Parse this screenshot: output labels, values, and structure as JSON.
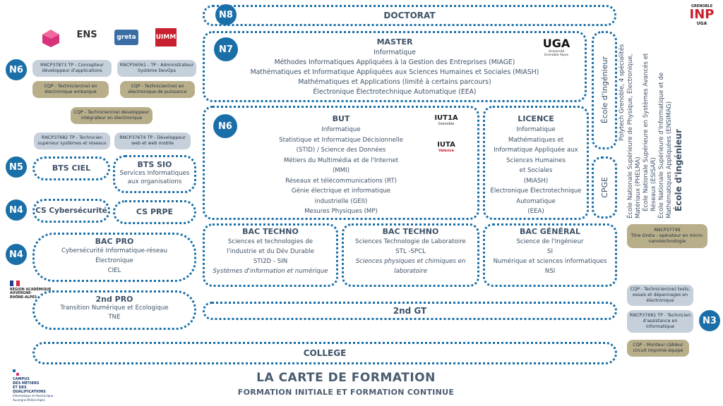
{
  "levels": {
    "n8": "N8",
    "n7": "N7",
    "n6": "N6",
    "n5": "N5",
    "n4": "N4",
    "n3": "N3"
  },
  "doctorat": "DOCTORAT",
  "master": {
    "title": "MASTER",
    "lines": [
      "Informatique",
      "Méthodes Informatiques Appliquées à la Gestion des Entreprises (MIAGE)",
      "Mathématiques et Informatique Appliquées aux Sciences Humaines et Sociales (MIASH)",
      "Mathématiques et Applications (limité à certains parcours)",
      "Électronique Électrotechnique Automatique (EEA)"
    ],
    "logo": "UGA",
    "logo_sub": "Université Grenoble Alpes"
  },
  "but": {
    "title": "BUT",
    "lines": [
      "Informatique",
      "Statistique et Informatique Décisionnelle",
      "(STID) / Science des Données",
      "Métiers du Multimédia et de l'Internet",
      "(MMI)",
      "Réseaux et télécommunications (RT)",
      "Génie électrique et informatique",
      "industrielle (GEII)",
      "Mesures Physiques (MP)"
    ],
    "logo1": "IUT1A",
    "logo1_sub": "Grenoble",
    "logo2": "IUTA",
    "logo2_sub": "Valence"
  },
  "licence": {
    "title": "LICENCE",
    "lines": [
      "Informatique",
      "Mathématiques et",
      "Informatique Appliquée aux",
      "Sciences Humaines",
      "et Sociales",
      "(MIASH)",
      "Électronique Électrotechnique",
      "Automatique",
      "(EEA)"
    ]
  },
  "ecole_ingenieur_label": "École d'ingénieur",
  "cpge": "CPGE",
  "inp": {
    "title": "École d'ingénieur",
    "lines": [
      "École Nationale Supérieure d'Informatique et de Mathématiques Appliquées (ENSIMAG)",
      "École Nationale Supérieure en Systèmes Avancés et Réseaux (ESISAR)",
      "École Nationale Supérieure de Physique, Électronique, Matériaux (PHELMA)",
      "Polytech Grenoble, 4 spécialités"
    ],
    "logo_top": "GRENOBLE",
    "logo_main": "INP",
    "logo_sub": "UGA"
  },
  "n6_left": {
    "rncp1": [
      "RNCP37873  TP - Concepteur",
      "développeur d'applications"
    ],
    "rncp2": [
      "RNCP36061 - TP - Administrateur",
      "Système DevOps"
    ],
    "cqp1": [
      "CQP - Technicien(ne) en",
      "électronique embarqué"
    ],
    "cqp2": [
      "CQP - Technicien(ne) en",
      "électronique de puissance"
    ],
    "cqp3": [
      "CQP - Technicien(ne) développeur",
      "intégrateur en électronique"
    ],
    "rncp3": [
      "RNCP37682 TP - Technicien",
      "supérieur systèmes et réseaux"
    ],
    "rncp4": [
      "RNCP37674 TP - Développeur",
      "web et web mobile"
    ]
  },
  "bts_ciel": "BTS CIEL",
  "bts_sio": {
    "title": "BTS SIO",
    "lines": [
      "Services Informatiques",
      "aux organisations"
    ]
  },
  "cs_cyber": "CS Cybersécurité",
  "cs_prpe": "CS PRPE",
  "bac_techno1": {
    "title": "BAC TECHNO",
    "lines": [
      "Sciences et technologies de",
      "l'industrie et du Dév Durable",
      "STI2D - SIN"
    ],
    "italic": "Systèmes d'information et numérique"
  },
  "bac_techno2": {
    "title": "BAC TECHNO",
    "lines": [
      "Sciences Technologie de Laboratoire",
      "STL -SPCL"
    ],
    "italic": [
      "Sciences physiques et chimiques en",
      "laboratoire"
    ]
  },
  "bac_general": {
    "title": "BAC GÉNÉRAL",
    "lines": [
      "Science de l'Ingénieur",
      "SI",
      "Numérique et sciences informatiques",
      "NSI"
    ]
  },
  "rncp_micro": [
    "RNCP37749",
    "Titre Greta - opérateur en micro-",
    "nanotechnologie"
  ],
  "bac_pro": {
    "title": "BAC PRO",
    "lines": [
      "Cybersécurité Informatique-réseau",
      "Électronique",
      "CIEL"
    ]
  },
  "second_pro": {
    "title": "2nd PRO",
    "lines": [
      "Transition Numérique et Ecologique",
      "TNE"
    ]
  },
  "second_gt": "2nd GT",
  "college": "COLLEGE",
  "n3_right": {
    "cqp1": [
      "CQP - Technicien(ne) tests,",
      "essais et dépannages en",
      "électronique"
    ],
    "rncp": [
      "RNCP37681 TP - Technicien",
      "d'assistance en",
      "informatique"
    ],
    "cqp2": [
      "CQP - Monteur câbleur",
      "circuit imprimé équipé"
    ]
  },
  "region": [
    "RÉGION ACADÉMIQUE",
    "AUVERGNE-",
    "RHÔNE-ALPES"
  ],
  "campus": [
    "CAMPUS",
    "DES MÉTIERS",
    "ET DES",
    "QUALIFICATIONS"
  ],
  "campus_sub": [
    "Informatique et électronique",
    "Auvergne-Rhône-Alpes"
  ],
  "logos_top": {
    "l2": "ENS",
    "l3": "greta",
    "l4": "UIMM"
  },
  "footer": {
    "title": "LA CARTE DE FORMATION",
    "subtitle": "FORMATION INITIALE ET FORMATION CONTINUE"
  },
  "colors": {
    "accent": "#1a6fa8",
    "pill_grey": "#c6d0db",
    "pill_khaki": "#b8ae8a"
  }
}
